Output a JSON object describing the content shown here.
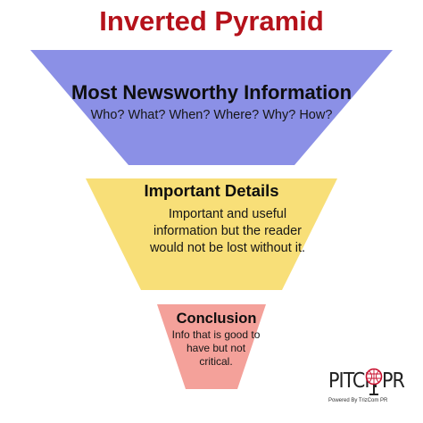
{
  "title": "Inverted Pyramid",
  "tiers": [
    {
      "heading": "Most Newsworthy Information",
      "text": "Who? What? When? Where? Why? How?",
      "color": "#8b90e6"
    },
    {
      "heading": "Important Details",
      "text": "Important and useful information but the reader would not be lost without it.",
      "color": "#f8df78"
    },
    {
      "heading": "Conclusion",
      "text": "Info that is good to have but not critical.",
      "color": "#f4a19a"
    }
  ],
  "logo": {
    "left_text": "PITCH",
    "right_text": "PR",
    "tagline": "Powered By TrizCom PR",
    "accent": "#c8102e"
  }
}
